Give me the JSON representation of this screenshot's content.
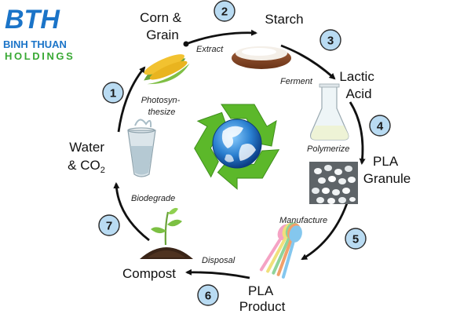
{
  "logo": {
    "mark": "BTH",
    "name": "BINH THUAN",
    "sub": "HOLDINGS",
    "colors": {
      "blue": "#1b74c8",
      "green": "#39a935"
    }
  },
  "stages": [
    {
      "id": "corn",
      "lines": [
        "Corn &",
        "Grain"
      ]
    },
    {
      "id": "starch",
      "lines": [
        "Starch"
      ]
    },
    {
      "id": "lactic",
      "lines": [
        "Lactic",
        "Acid"
      ]
    },
    {
      "id": "granule",
      "lines": [
        "PLA",
        "Granule"
      ]
    },
    {
      "id": "product",
      "lines": [
        "PLA",
        "Product"
      ]
    },
    {
      "id": "compost",
      "lines": [
        "Compost"
      ]
    },
    {
      "id": "water",
      "lines": [
        "Water",
        "& CO"
      ],
      "subscript": "2"
    }
  ],
  "processes": [
    {
      "id": "extract",
      "lines": [
        "Extract"
      ]
    },
    {
      "id": "ferment",
      "lines": [
        "Ferment"
      ]
    },
    {
      "id": "polymerize",
      "lines": [
        "Polymerize"
      ]
    },
    {
      "id": "manufacture",
      "lines": [
        "Manufacture"
      ]
    },
    {
      "id": "disposal",
      "lines": [
        "Disposal"
      ]
    },
    {
      "id": "biodegrade",
      "lines": [
        "Biodegrade"
      ]
    },
    {
      "id": "photosynthesize",
      "lines": [
        "Photosyn-",
        "thesize"
      ]
    }
  ],
  "steps": [
    "1",
    "2",
    "3",
    "4",
    "5",
    "6",
    "7"
  ],
  "center_icon": "recycle-globe-icon",
  "colors": {
    "badge_fill": "#b9dbf2",
    "badge_stroke": "#2a2a2a",
    "arrow": "#111111",
    "recycle": "#5cb82a"
  }
}
